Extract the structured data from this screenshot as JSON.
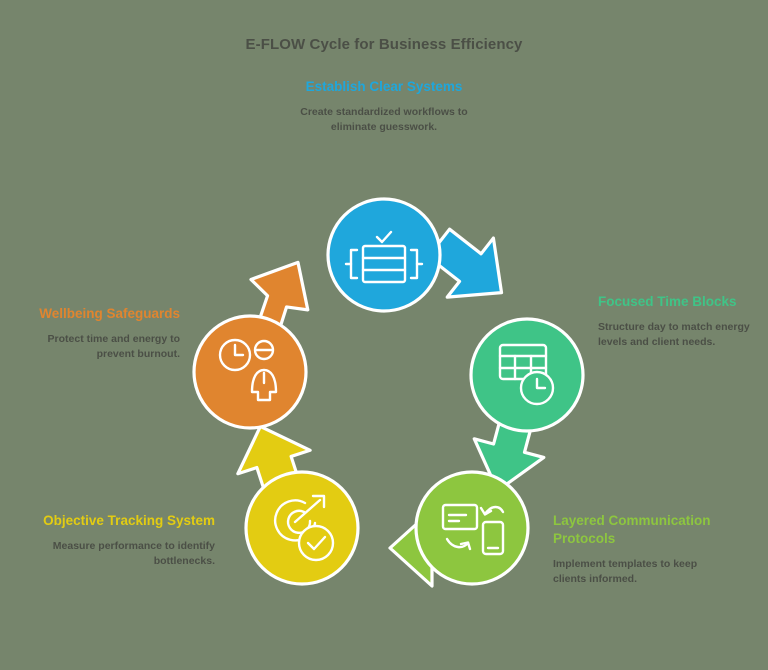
{
  "title": "E-FLOW Cycle for Business Efficiency",
  "background_color": "#76856c",
  "title_color": "#4b4f46",
  "description_color": "#4b4f46",
  "diagram": {
    "type": "cycle",
    "direction": "clockwise",
    "node_count": 5,
    "nodes": [
      {
        "id": "establish-clear-systems",
        "heading": "Establish Clear Systems",
        "description": "Create standardized workflows to eliminate guesswork.",
        "color": "#1fa7dc",
        "icon": "table-checklist-icon",
        "position": "top"
      },
      {
        "id": "focused-time-blocks",
        "heading": "Focused Time Blocks",
        "description": "Structure day to match energy levels and client needs.",
        "color": "#3fc487",
        "icon": "calendar-clock-icon",
        "position": "right"
      },
      {
        "id": "layered-communication-protocols",
        "heading": "Layered Communication Protocols",
        "description": "Implement templates to keep clients informed.",
        "color": "#8dc63f",
        "icon": "device-sync-icon",
        "position": "bottom-right"
      },
      {
        "id": "objective-tracking-system",
        "heading": "Objective Tracking System",
        "description": "Measure performance to identify bottlenecks.",
        "color": "#e3cc12",
        "icon": "target-check-icon",
        "position": "bottom-left"
      },
      {
        "id": "wellbeing-safeguards",
        "heading": "Wellbeing Safeguards",
        "description": "Protect time and energy to prevent burnout.",
        "color": "#e0852f",
        "icon": "clock-person-icon",
        "position": "left"
      }
    ],
    "arrows": [
      {
        "from": "establish-clear-systems",
        "to": "focused-time-blocks",
        "color": "#1fa7dc"
      },
      {
        "from": "focused-time-blocks",
        "to": "layered-communication-protocols",
        "color": "#3fc487"
      },
      {
        "from": "layered-communication-protocols",
        "to": "objective-tracking-system",
        "color": "#8dc63f"
      },
      {
        "from": "objective-tracking-system",
        "to": "wellbeing-safeguards",
        "color": "#e3cc12"
      },
      {
        "from": "wellbeing-safeguards",
        "to": "establish-clear-systems",
        "color": "#e0852f"
      }
    ]
  }
}
